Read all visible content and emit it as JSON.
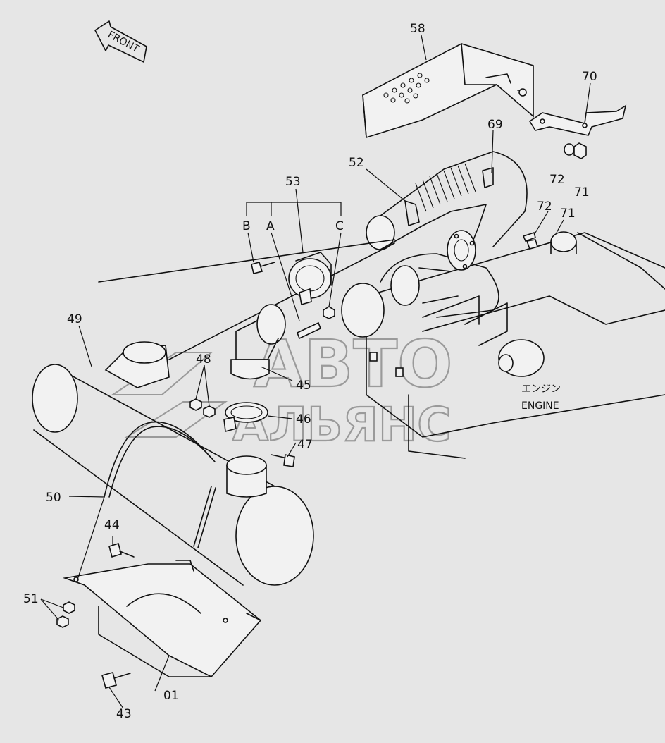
{
  "diagram": {
    "front_label": "FRONT",
    "engine_label_jp": "エンジン",
    "engine_label_en": "ENGINE",
    "watermark_line1": "АВТО",
    "watermark_line2": "АЛЬЯНС",
    "callouts": {
      "c58": "58",
      "c70": "70",
      "c69": "69",
      "c52": "52",
      "c53": "53",
      "cB": "B",
      "cA": "A",
      "cC": "C",
      "c72a": "72",
      "c71a": "71",
      "c72b": "72",
      "c71b": "71",
      "c49": "49",
      "c48": "48",
      "c45": "45",
      "c46": "46",
      "c47": "47",
      "c50": "50",
      "c44": "44",
      "c51": "51",
      "c01": "01",
      "c43": "43"
    }
  }
}
